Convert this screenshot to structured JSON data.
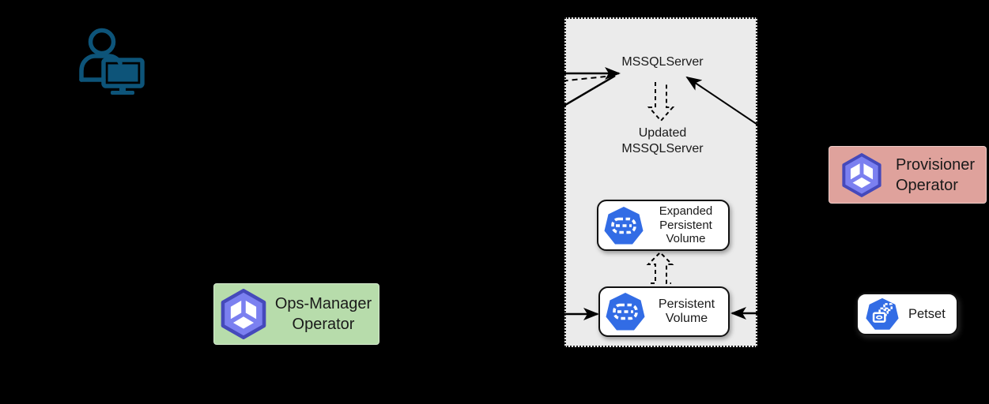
{
  "diagram": {
    "user": {
      "icon": "person-at-computer-icon"
    },
    "cluster": {
      "mssqlserver_label": "MSSQLServer",
      "updated_mssqlserver": {
        "line1": "Updated",
        "line2": "MSSQLServer"
      },
      "expanded_pv": {
        "line1": "Expanded",
        "line2": "Persistent",
        "line3": "Volume",
        "icon": "kubernetes-persistent-volume-icon"
      },
      "pv": {
        "line1": "Persistent",
        "line2": "Volume",
        "icon": "kubernetes-persistent-volume-icon"
      }
    },
    "ops_manager_operator": {
      "line1": "Ops-Manager",
      "line2": "Operator",
      "icon": "operator-cube-icon"
    },
    "provisioner_operator": {
      "line1": "Provisioner",
      "line2": "Operator",
      "icon": "operator-cube-icon"
    },
    "petset": {
      "label": "Petset",
      "icon": "kubernetes-petset-icon"
    },
    "colors": {
      "background": "#000000",
      "cluster_fill": "#ebebeb",
      "ops_manager_fill": "#b7dcab",
      "provisioner_fill": "#dfa29c",
      "kubernetes_blue": "#326ce5",
      "operator_purple": "#7b80f0",
      "operator_purple_dark": "#4549bb",
      "person_icon_blue": "#0d5479",
      "line_color": "#000000",
      "text_color": "#1a1a1a"
    }
  }
}
